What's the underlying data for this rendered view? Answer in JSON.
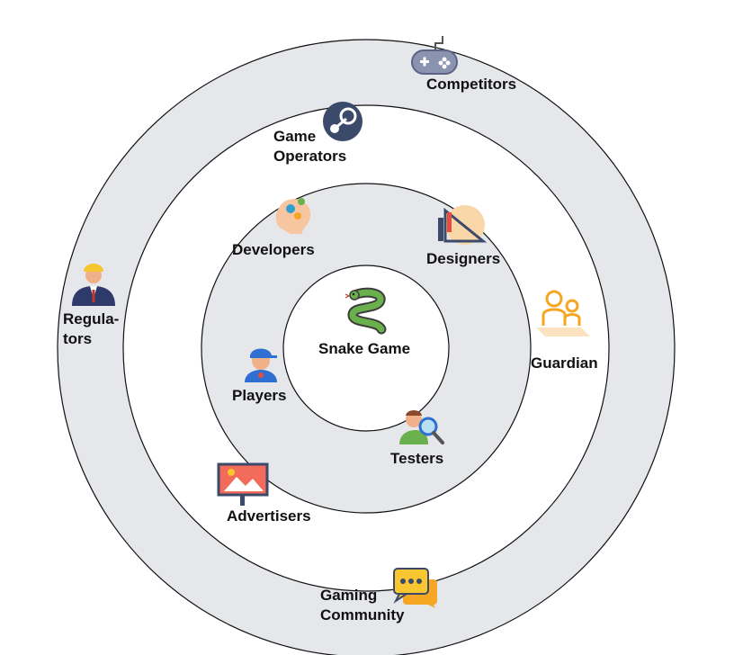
{
  "center": {
    "label": "Snake Game",
    "icon": "snake-icon"
  },
  "rings": {
    "inner": [
      {
        "label": "Developers",
        "icon": "brain-gears-icon"
      },
      {
        "label": "Designers",
        "icon": "drafting-tools-icon"
      },
      {
        "label": "Players",
        "icon": "player-cap-icon"
      },
      {
        "label": "Testers",
        "icon": "tester-magnifier-icon"
      }
    ],
    "middle": [
      {
        "label_lines": [
          "Game",
          "Operators"
        ],
        "icon": "steam-icon"
      },
      {
        "label": "Guardian",
        "icon": "family-icon"
      },
      {
        "label": "Advertisers",
        "icon": "billboard-icon"
      }
    ],
    "outer": [
      {
        "label": "Competitors",
        "icon": "gamepad-icon"
      },
      {
        "label_lines": [
          "Regula-",
          "tors"
        ],
        "icon": "worker-helmet-icon"
      },
      {
        "label_lines": [
          "Gaming",
          "Community"
        ],
        "icon": "chat-bubbles-icon"
      }
    ]
  },
  "colors": {
    "ring_fill": "#e5e7eb",
    "ring_white": "#ffffff",
    "stroke": "#111111",
    "text": "#111111",
    "snake_green": "#6ab04c",
    "accent_orange": "#f5a623",
    "accent_blue": "#2f6fd1",
    "accent_yellow": "#f8c630"
  }
}
